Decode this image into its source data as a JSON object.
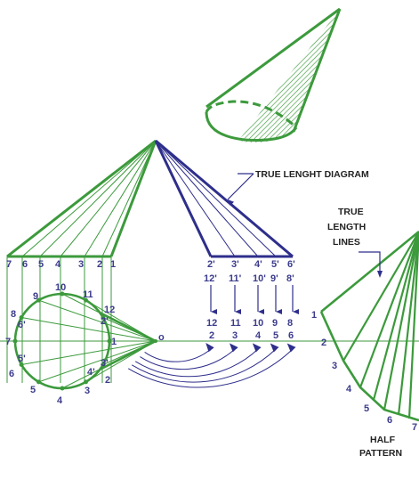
{
  "labels": {
    "true_length_diagram": "TRUE LENGHT DIAGRAM",
    "true_length_lines": [
      "TRUE",
      "LENGTH",
      "LINES"
    ],
    "half_pattern": [
      "HALF",
      "PATTERN"
    ],
    "apex": "o"
  },
  "top_view_points": {
    "p1": "1",
    "p2": "2",
    "p3": "3",
    "p4": "4",
    "p5": "5",
    "p6": "6",
    "p7": "7",
    "p8": "8",
    "p9": "9",
    "p10": "10",
    "p11": "11",
    "p12": "12",
    "p2p": "2'",
    "p3p": "3'",
    "p4p": "4'",
    "p5p": "5'",
    "p6p": "6'"
  },
  "front_view_points": [
    "7",
    "6",
    "5",
    "4",
    "3",
    "2",
    "1"
  ],
  "true_length_top": [
    "2'",
    "3'",
    "4'",
    "5'",
    "6'"
  ],
  "true_length_mid": [
    "12'",
    "11'",
    "10'",
    "9'",
    "8'"
  ],
  "true_length_pair_top": [
    "12",
    "11",
    "10",
    "9",
    "8"
  ],
  "true_length_pair_bottom": [
    "2",
    "3",
    "4",
    "5",
    "6"
  ],
  "pattern_points": [
    "1",
    "2",
    "3",
    "4",
    "5",
    "6",
    "7"
  ],
  "colors": {
    "green": "#3c9a3c",
    "navy": "#2e2e8c",
    "text": "#3c3c8c"
  }
}
